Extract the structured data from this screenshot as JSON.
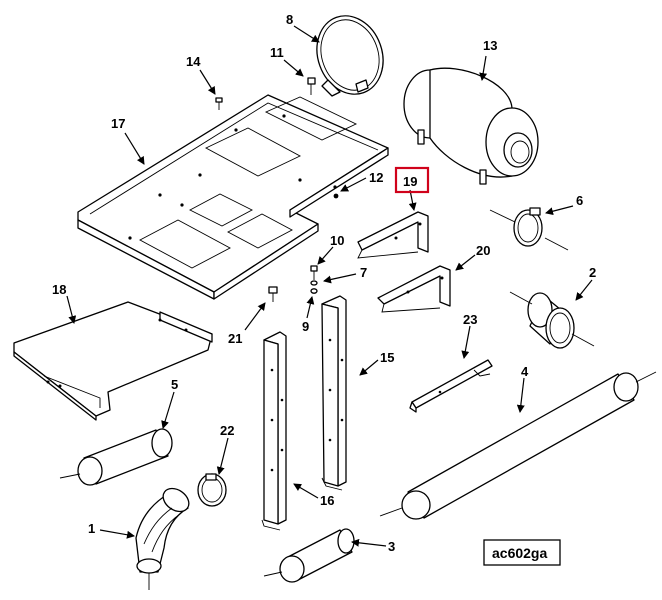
{
  "diagram": {
    "drawing_code": "ac602ga",
    "highlighted_callout": "19",
    "callouts": {
      "c1": "1",
      "c2": "2",
      "c3": "3",
      "c4": "4",
      "c5": "5",
      "c6": "6",
      "c7": "7",
      "c8": "8",
      "c9": "9",
      "c10": "10",
      "c11": "11",
      "c12": "12",
      "c13": "13",
      "c14": "14",
      "c15": "15",
      "c16": "16",
      "c17": "17",
      "c18": "18",
      "c19": "19",
      "c20": "20",
      "c21": "21",
      "c22": "22",
      "c23": "23"
    }
  }
}
